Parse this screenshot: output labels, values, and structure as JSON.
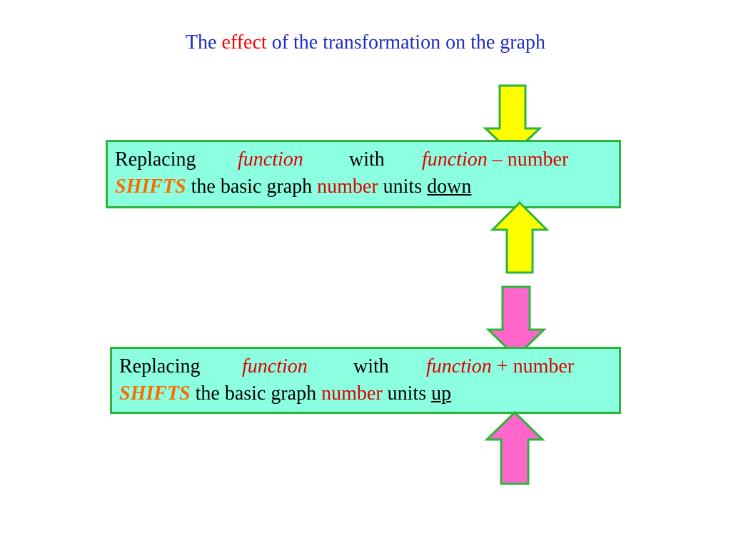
{
  "title": {
    "prefix": "The",
    "accent": "effect",
    "suffix": "of the transformation on the graph"
  },
  "rule_down": {
    "word_replacing": "Replacing",
    "word_function": "function",
    "word_with": "with",
    "word_function2": "function",
    "operator": " – ",
    "word_number": "number",
    "word_shifts": "SHIFTS",
    "text_basic": " the basic graph ",
    "word_number2": "number",
    "text_units": " units ",
    "direction": "down"
  },
  "rule_up": {
    "word_replacing": "Replacing",
    "word_function": "function",
    "word_with": "with",
    "word_function2": "function",
    "operator": " + ",
    "word_number": "number",
    "word_shifts": "SHIFTS",
    "text_basic": " the basic graph ",
    "word_number2": "number",
    "text_units": " units ",
    "direction": "up"
  },
  "colors": {
    "title_blue": "#1f2bc4",
    "accent_red": "#e00000",
    "shifts_orange": "#ff6a00",
    "box_fill": "#8cffe0",
    "box_border": "#2bb53a",
    "arrow_yellow": "#ffff00",
    "arrow_pink": "#ff66cc",
    "arrow_border": "#2bb53a"
  }
}
